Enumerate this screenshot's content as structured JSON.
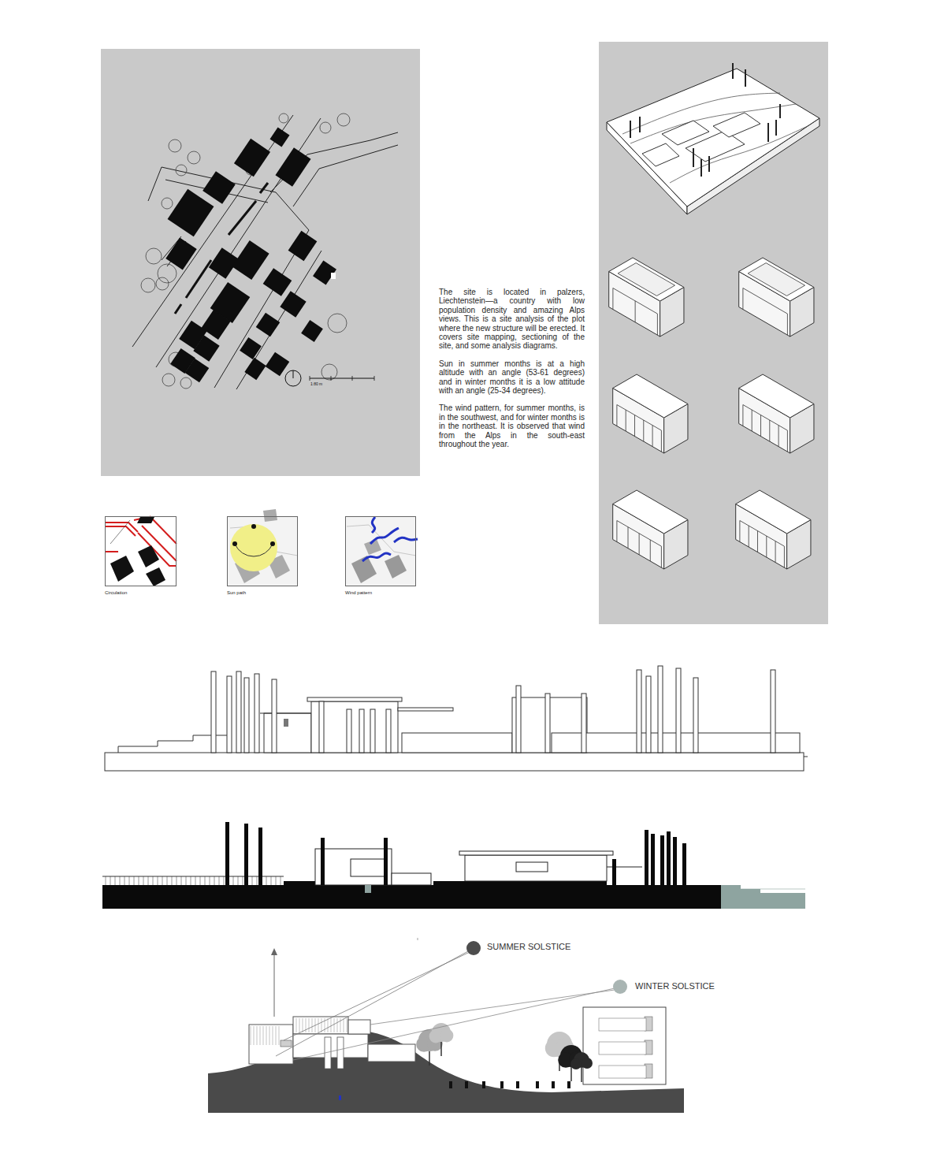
{
  "diagram": {
    "nodes": [
      {
        "text": [
          "Circulation"
        ]
      },
      {
        "text": [
          "Sun path"
        ]
      },
      {
        "text": [
          "Wind pattern"
        ]
      }
    ],
    "labels": [
      "The site is located in palzers, Liechtenstein—a country with low population density and amazing Alps views. This is a site analysis of the plot where the new structure will be erected. It covers site mapping, sectioning of the site, and some analysis diagrams.",
      "Sun in summer months is at a high altitude with an angle (53-61 degrees) and in winter months it is a low attitude with an angle (25-34 degrees).",
      "The wind pattern, for summer months, is in the southwest, and for winter months is in the northeast. It is observed that wind from the Alps in the south-east throughout the year.",
      "1:80 m",
      "SUMMER SOLSTICE",
      "WINTER SOLSTICE"
    ]
  }
}
